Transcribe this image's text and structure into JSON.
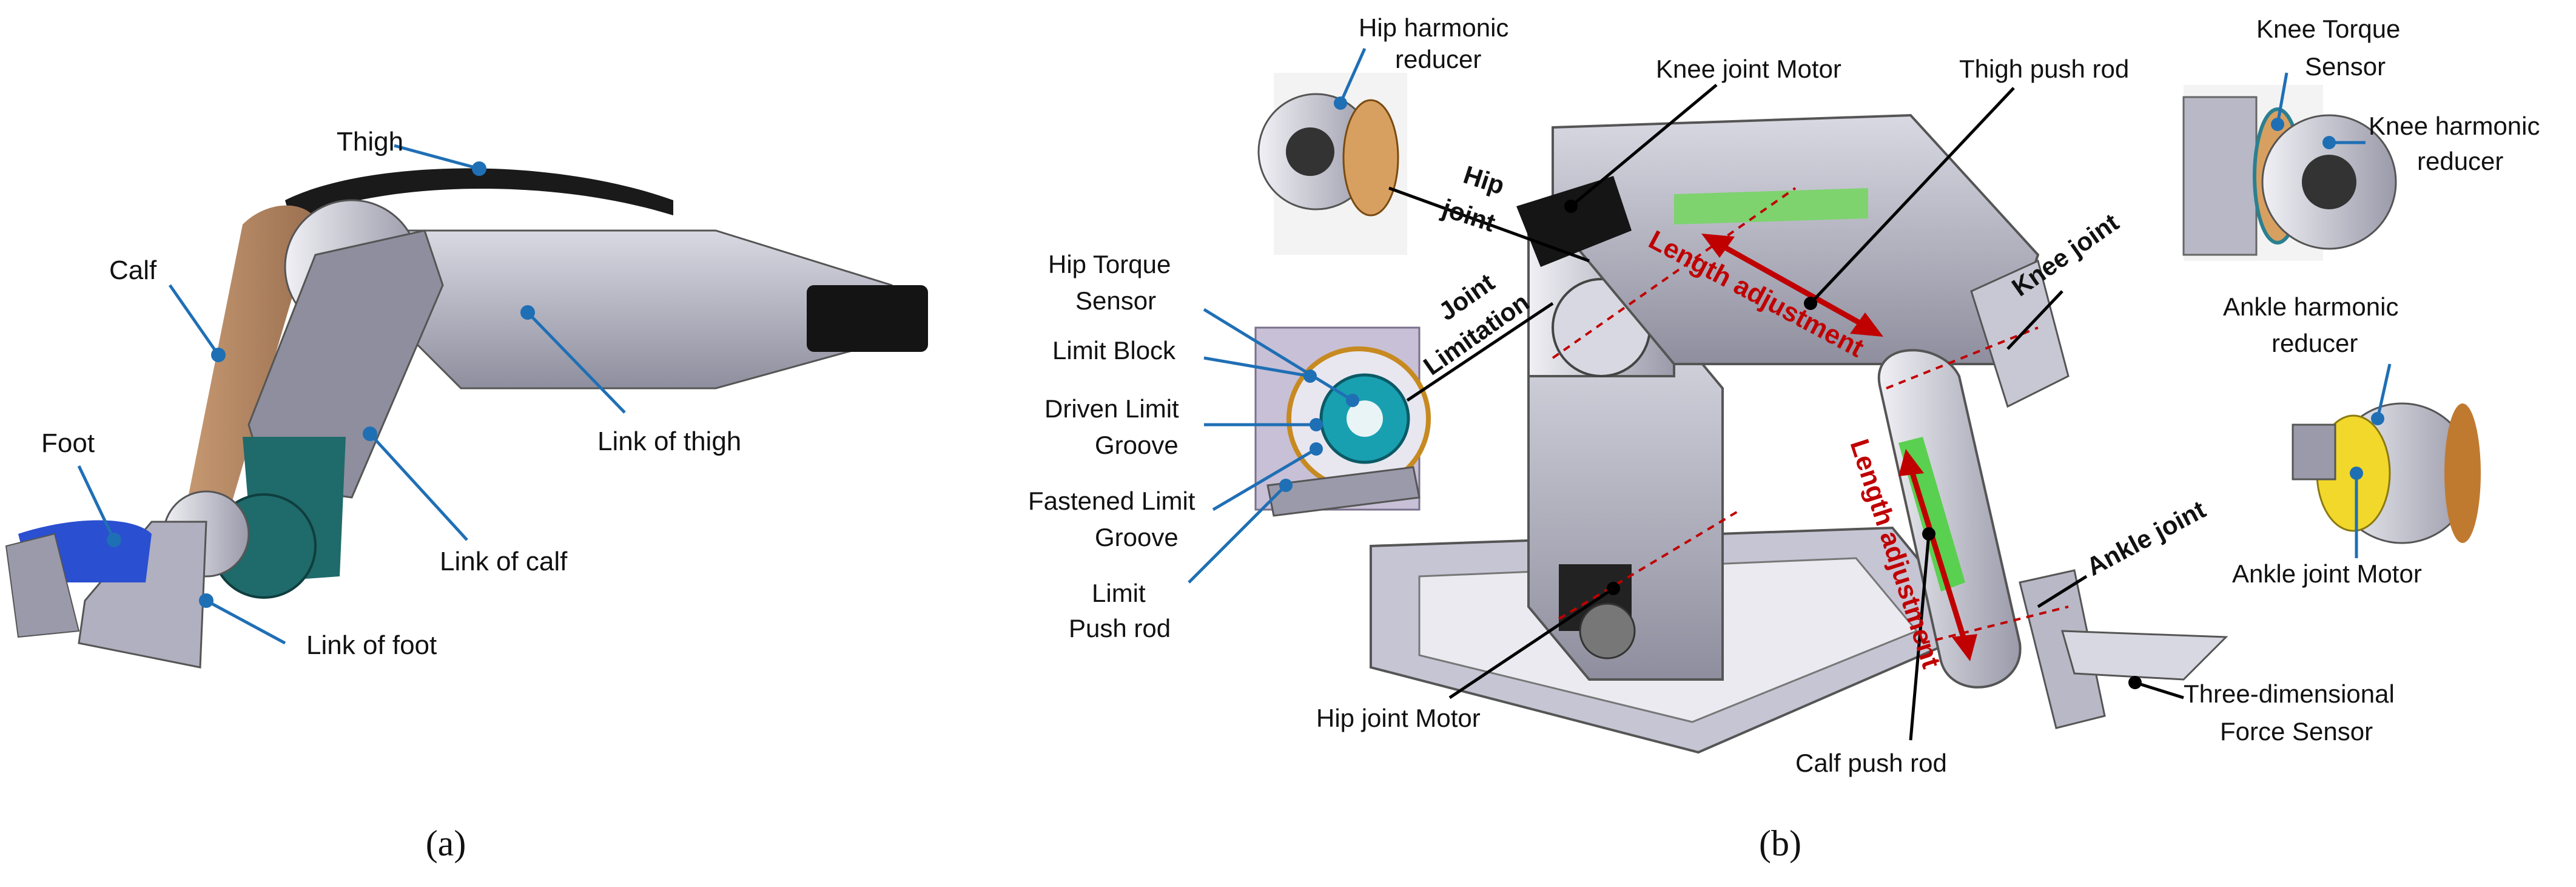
{
  "panel_a": {
    "caption": "(a)",
    "labels": {
      "thigh": "Thigh",
      "calf": "Calf",
      "foot": "Foot",
      "link_of_thigh": "Link of thigh",
      "link_of_calf": "Link of calf",
      "link_of_foot": "Link of foot"
    }
  },
  "panel_b": {
    "caption": "(b)",
    "labels": {
      "hip_harmonic_reducer_1": "Hip harmonic",
      "hip_harmonic_reducer_2": "reducer",
      "knee_joint_motor": "Knee joint Motor",
      "thigh_push_rod": "Thigh push rod",
      "knee_torque_sensor_1": "Knee Torque",
      "knee_torque_sensor_2": "Sensor",
      "knee_harmonic_reducer_1": "Knee harmonic",
      "knee_harmonic_reducer_2": "reducer",
      "hip_joint_1": "Hip",
      "hip_joint_2": "joint",
      "hip_torque_sensor_1": "Hip Torque",
      "hip_torque_sensor_2": "Sensor",
      "limit_block": "Limit Block",
      "driven_limit_groove_1": "Driven Limit",
      "driven_limit_groove_2": "Groove",
      "fastened_limit_groove_1": "Fastened Limit",
      "fastened_limit_groove_2": "Groove",
      "limit_push_rod_1": "Limit",
      "limit_push_rod_2": "Push rod",
      "joint_limitation_1": "Joint",
      "joint_limitation_2": "Limitation",
      "length_adjustment_thigh": "Length adjustment",
      "length_adjustment_calf": "Length adjustment",
      "knee_joint": "Knee joint",
      "ankle_harmonic_reducer_1": "Ankle harmonic",
      "ankle_harmonic_reducer_2": "reducer",
      "ankle_joint": "Ankle joint",
      "ankle_joint_motor": "Ankle joint Motor",
      "hip_joint_motor": "Hip joint Motor",
      "calf_push_rod": "Calf push rod",
      "three_dim_force_sensor_1": "Three-dimensional",
      "three_dim_force_sensor_2": "Force Sensor"
    }
  },
  "colors": {
    "leader_blue": "#1f6fb5",
    "annotation_red": "#c00000",
    "metal": "#a9a9b8",
    "calf_skin": "#b08560",
    "foot_blue": "#2a4fd0",
    "teal": "#1f6a6a"
  }
}
